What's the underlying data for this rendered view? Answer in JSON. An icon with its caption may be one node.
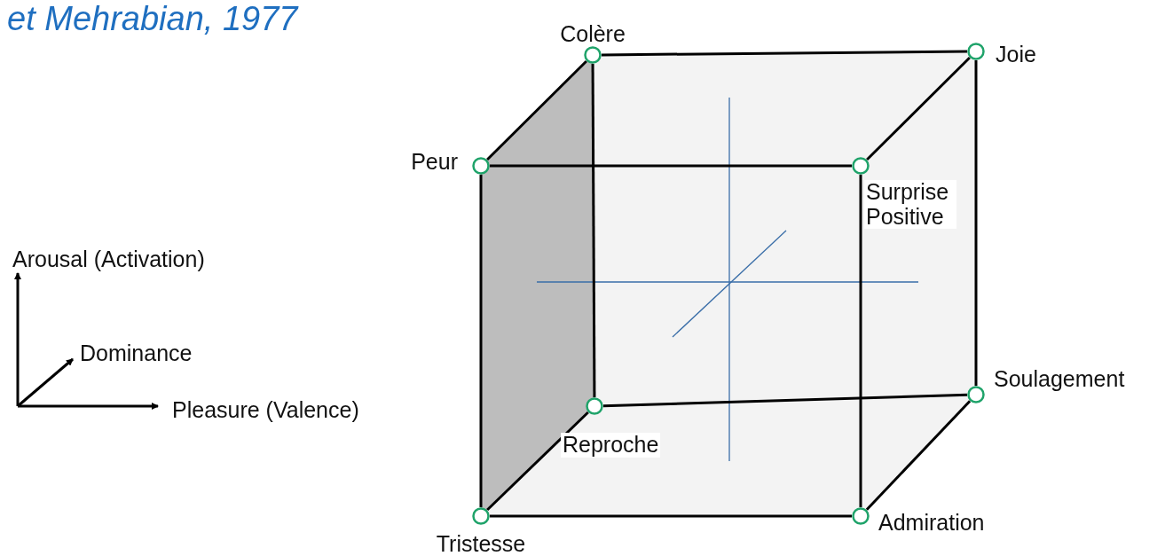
{
  "diagram": {
    "title": "et Mehrabian, 1977",
    "nodes": [
      {
        "text": [
          "Colère"
        ]
      },
      {
        "text": [
          "Joie"
        ]
      },
      {
        "text": [
          "Peur"
        ]
      },
      {
        "text": [
          "Surprise Positive"
        ]
      },
      {
        "text": [
          "Soulagement"
        ]
      },
      {
        "text": [
          "Reproche"
        ]
      },
      {
        "text": [
          "Tristesse"
        ]
      },
      {
        "text": [
          "Admiration"
        ]
      }
    ],
    "edges": [
      {
        "from": 2,
        "to": 3,
        "arrow": "none"
      },
      {
        "from": 3,
        "to": 7,
        "arrow": "none"
      },
      {
        "from": 7,
        "to": 6,
        "arrow": "none"
      },
      {
        "from": 6,
        "to": 2,
        "arrow": "none"
      },
      {
        "from": 0,
        "to": 1,
        "arrow": "none"
      },
      {
        "from": 1,
        "to": 4,
        "arrow": "none"
      },
      {
        "from": 4,
        "to": 5,
        "arrow": "none"
      },
      {
        "from": 5,
        "to": 0,
        "arrow": "none"
      },
      {
        "from": 2,
        "to": 0,
        "arrow": "none"
      },
      {
        "from": 3,
        "to": 1,
        "arrow": "none"
      },
      {
        "from": 7,
        "to": 4,
        "arrow": "none"
      },
      {
        "from": 6,
        "to": 5,
        "arrow": "none"
      }
    ],
    "labels": [
      "Arousal (Activation)",
      "Dominance",
      "Pleasure (Valence)"
    ]
  }
}
